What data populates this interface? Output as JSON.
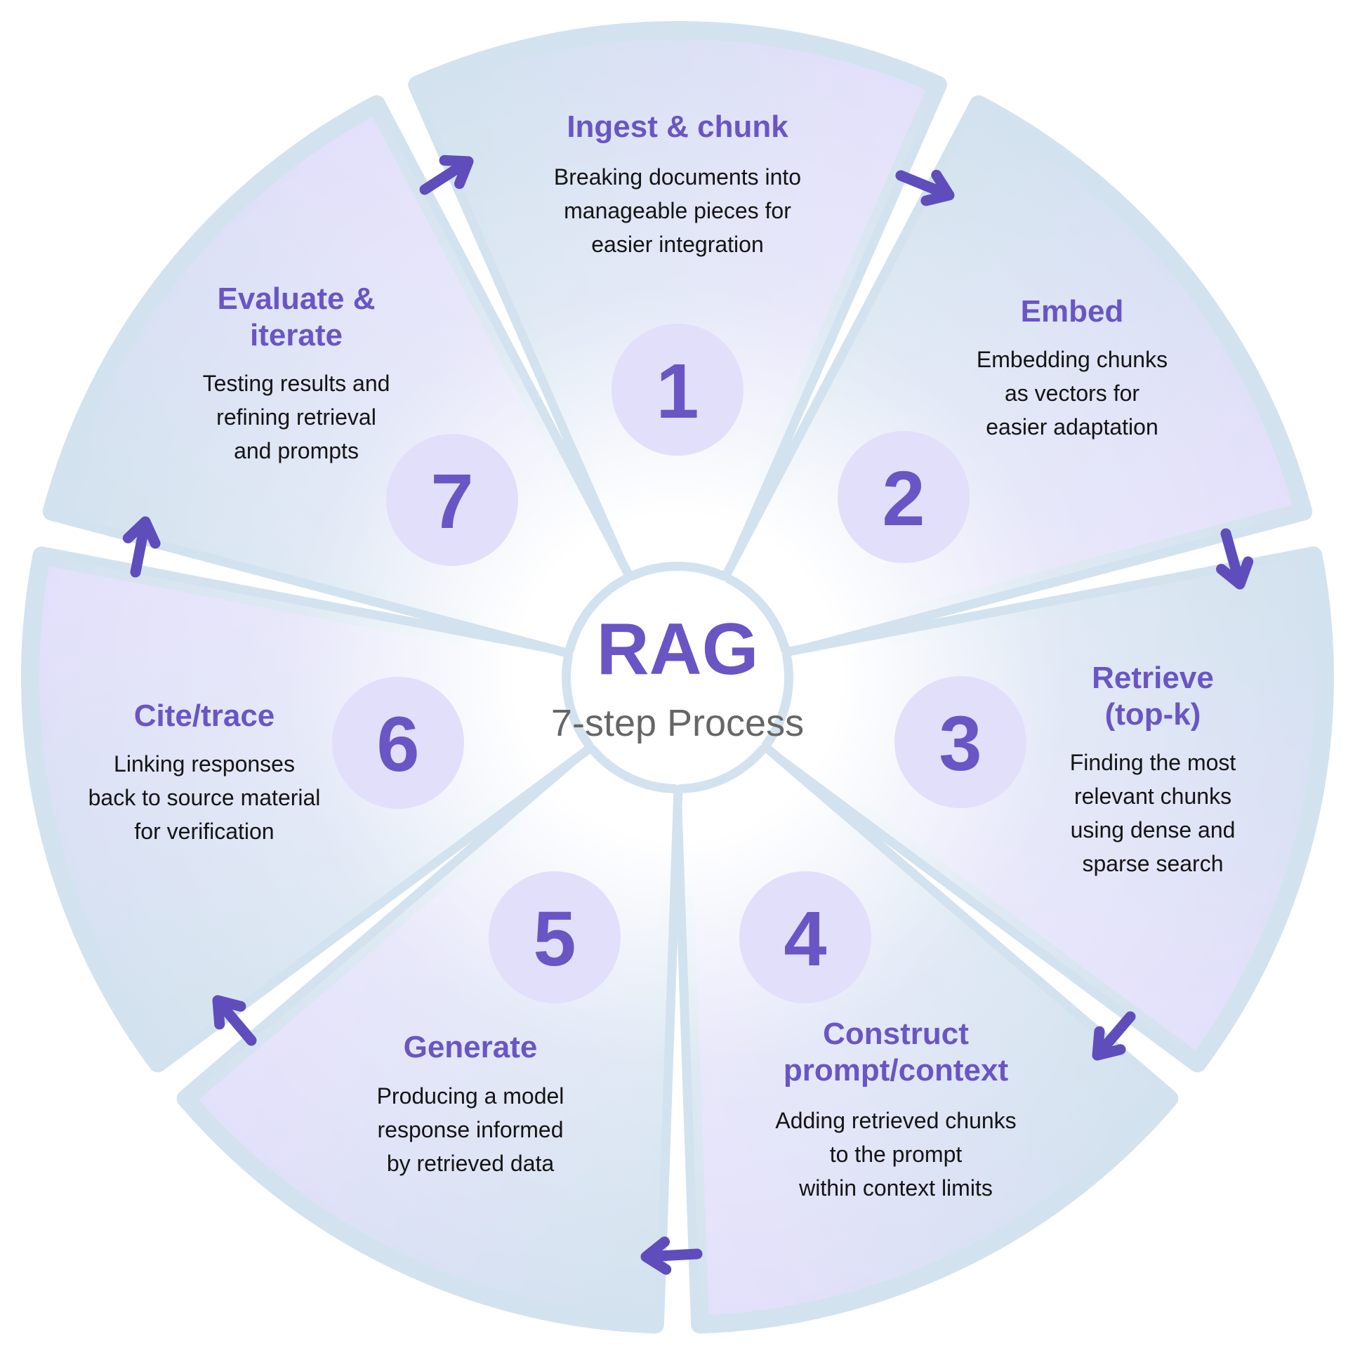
{
  "center": {
    "title": "RAG",
    "subtitle": "7-step Process"
  },
  "colors": {
    "accent": "#6a55c4",
    "badge": "#e2dffb",
    "segment_light": "#ffffff",
    "segment_lavender": "#e3e0fb",
    "segment_blue": "#d3e2ef",
    "arrow": "#5f4dbb",
    "description_text": "#141414",
    "subtitle_text": "#666666"
  },
  "steps": [
    {
      "number": "1",
      "title": [
        "Ingest & chunk"
      ],
      "description": [
        "Breaking documents into",
        "manageable pieces for",
        "easier integration"
      ]
    },
    {
      "number": "2",
      "title": [
        "Embed"
      ],
      "description": [
        "Embedding chunks",
        "as vectors for",
        "easier adaptation"
      ]
    },
    {
      "number": "3",
      "title": [
        "Retrieve",
        "(top-k)"
      ],
      "description": [
        "Finding the most",
        "relevant chunks",
        "using dense and",
        "sparse search"
      ]
    },
    {
      "number": "4",
      "title": [
        "Construct",
        "prompt/context"
      ],
      "description": [
        "Adding retrieved chunks",
        "to the prompt",
        "within context limits"
      ]
    },
    {
      "number": "5",
      "title": [
        "Generate"
      ],
      "description": [
        "Producing a model",
        "response informed",
        "by retrieved data"
      ]
    },
    {
      "number": "6",
      "title": [
        "Cite/trace"
      ],
      "description": [
        "Linking responses",
        "back to source material",
        "for verification"
      ]
    },
    {
      "number": "7",
      "title": [
        "Evaluate &",
        "iterate"
      ],
      "description": [
        "Testing results and",
        "refining retrieval",
        "and prompts"
      ]
    }
  ]
}
